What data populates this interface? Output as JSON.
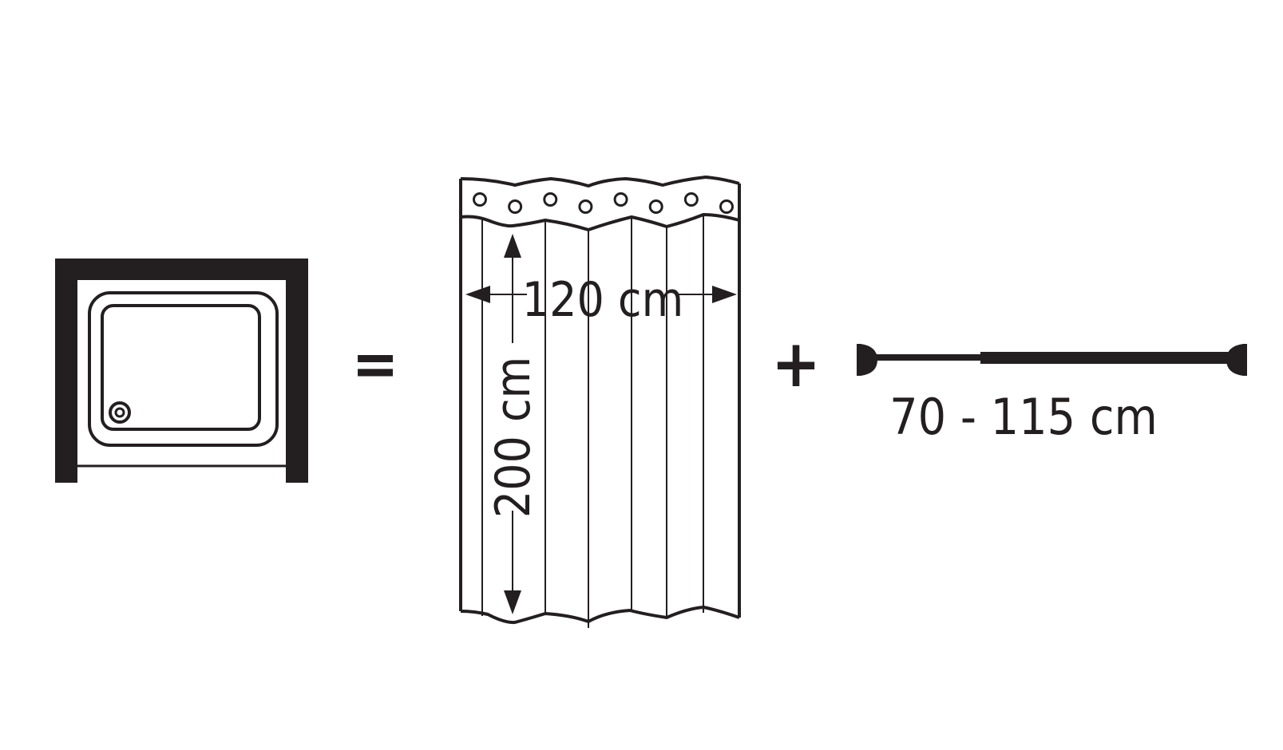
{
  "diagram": {
    "equals_symbol": "=",
    "plus_symbol": "+",
    "curtain": {
      "width_label": "120 cm",
      "height_label": "200 cm",
      "ring_count": 8
    },
    "rod": {
      "length_label": "70 - 115 cm"
    },
    "colors": {
      "ink": "#231f20",
      "background": "#ffffff"
    }
  }
}
